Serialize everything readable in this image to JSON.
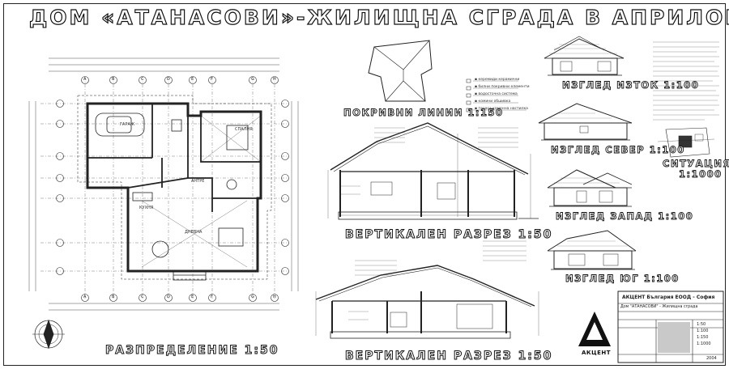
{
  "title": "ДОМ «АТАНАСОВИ»-ЖИЛИЩНА СГРАДА В АПРИЛОВО",
  "labels": {
    "roof_lines": "ПОКРИВНИ ЛИНИИ 1:150",
    "east": "ИЗГЛЕД ИЗТОК 1:100",
    "north": "ИЗГЛЕД СЕВЕР 1:100",
    "west": "ИЗГЛЕД ЗАПАД 1:100",
    "south": "ИЗГЛЕД ЮГ 1:100",
    "site": "СИТУАЦИЯ",
    "site_scale": "1:1000",
    "section1": "ВЕРТИКАЛЕН РАЗРЕЗ 1:50",
    "section2": "ВЕРТИКАЛЕН РАЗРЕЗ 1:50",
    "plan": "РАЗПРЕДЕЛЕНИЕ 1:50"
  },
  "rooms": {
    "garage": "ГАРАЖ",
    "bedroom": "СПАЛНЯ",
    "living": "ДНЕВНА",
    "kitchen": "КУХНЯ",
    "hall": "АНТРЕ"
  },
  "grid_letters": [
    "A",
    "B",
    "C",
    "D",
    "E",
    "F",
    "G",
    "H"
  ],
  "title_block": {
    "company": "АКЦЕНТ България ЕООД - София",
    "project": "Дом \"АТАНАСОВИ\" - Жилищна сграда",
    "scales": [
      "1:50",
      "1:100",
      "1:150",
      "1:1000"
    ],
    "year": "2004",
    "logo": "АКЦЕНТ"
  }
}
